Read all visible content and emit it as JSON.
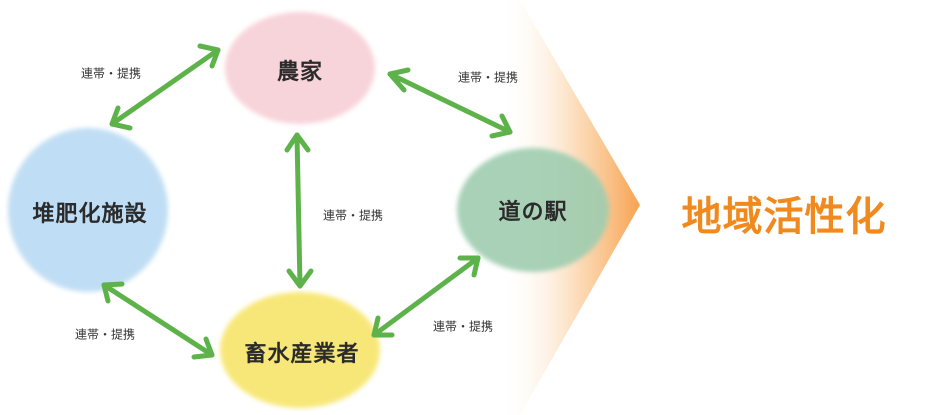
{
  "nodes": {
    "farmer": "農家",
    "compost": "堆肥化施設",
    "station": "道の駅",
    "livestock": "畜水産業者"
  },
  "links": {
    "farmer_compost": "連帯・提携",
    "farmer_station": "連帯・提携",
    "farmer_livestock": "連帯・提携",
    "compost_livestock": "連帯・提携",
    "station_livestock": "連帯・提携"
  },
  "result": "地域活性化",
  "colors": {
    "farmer": "#f7cfd6",
    "compost": "#b9daf3",
    "station": "#9fcdb0",
    "livestock": "#f7e56b",
    "arrow": "#5db24a",
    "chevron": "#f7a24f",
    "result": "#f08a1f"
  }
}
